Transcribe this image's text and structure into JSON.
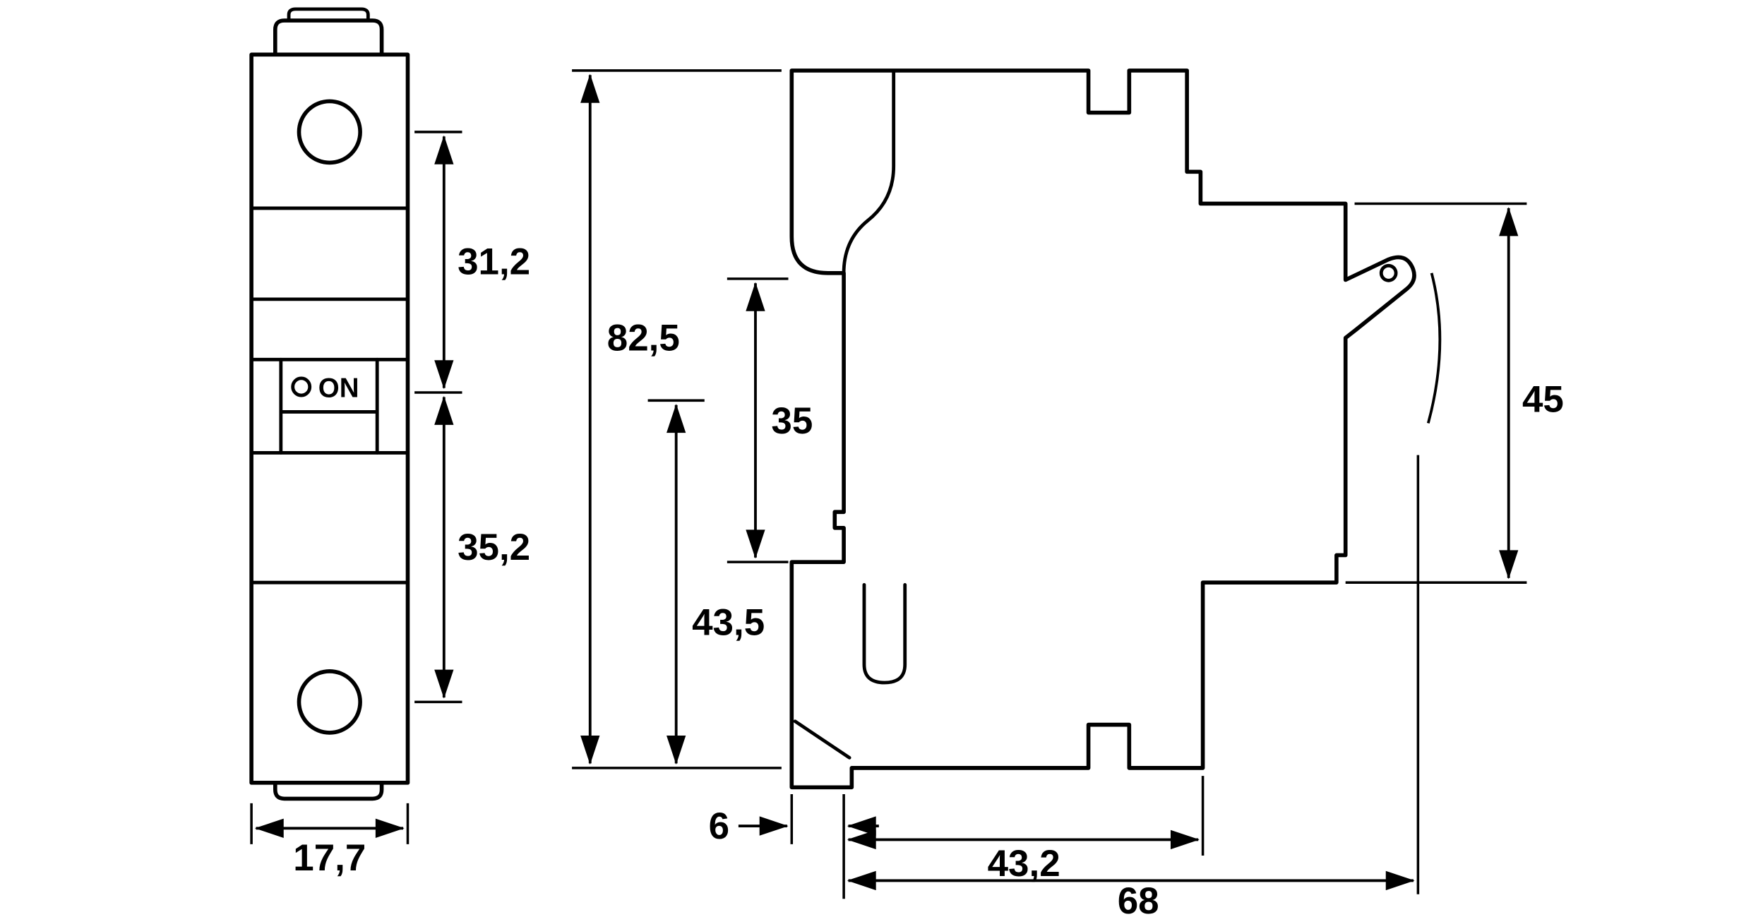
{
  "drawing": {
    "type": "technical-dimension-drawing",
    "subject": "miniature circuit breaker, front and side view",
    "colors": {
      "line": "#000000",
      "background": "#ffffff"
    },
    "front_view": {
      "switch_label": "ON",
      "dim_top_section": "31,2",
      "dim_bottom_section": "35,2",
      "dim_width": "17,7"
    },
    "side_view": {
      "dim_total_height": "82,5",
      "dim_recess_height": "35",
      "dim_bottom_to_recess": "43,5",
      "dim_front_face_height": "45",
      "dim_rail_offset": "6",
      "dim_body_depth": "43,2",
      "dim_total_depth": "68"
    }
  }
}
